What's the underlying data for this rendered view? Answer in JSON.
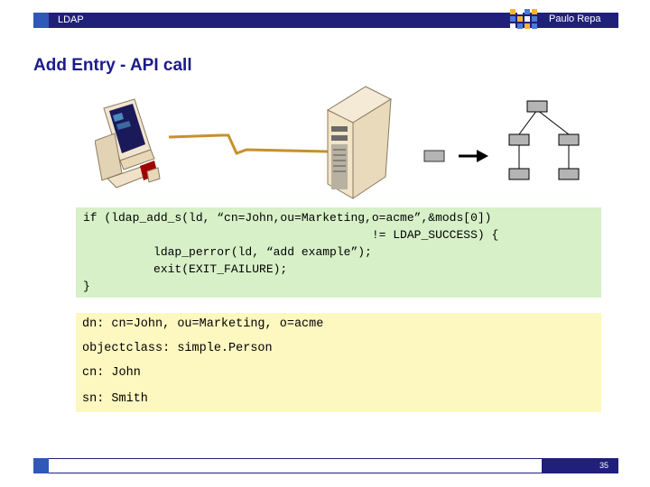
{
  "header": {
    "section": "LDAP",
    "author": "Paulo Repa"
  },
  "slide": {
    "title": "Add Entry - API call"
  },
  "code_lines": [
    "if (ldap_add_s(ld, “cn=John,ou=Marketing,o=acme”,&mods[0])",
    "                                         != LDAP_SUCCESS) {",
    "          ldap_perror(ld, “add example”);",
    "          exit(EXIT_FAILURE);",
    "}"
  ],
  "ldif_lines": [
    "dn: cn=John, ou=Marketing, o=acme",
    "objectclass: simple.Person",
    "cn: John",
    "sn: Smith"
  ],
  "footer": {
    "page_number": "35"
  },
  "colors": {
    "header_bar": "#20207a",
    "accent_blue": "#2f58b8",
    "title_text": "#1b1b8a",
    "code_bg": "#d7f0c8",
    "ldif_bg": "#fdf7c0"
  },
  "illustration_icons": [
    "client-computer-icon",
    "network-link-icon",
    "server-tower-icon",
    "entry-node-icon",
    "arrow-right-icon",
    "directory-tree-icon"
  ]
}
